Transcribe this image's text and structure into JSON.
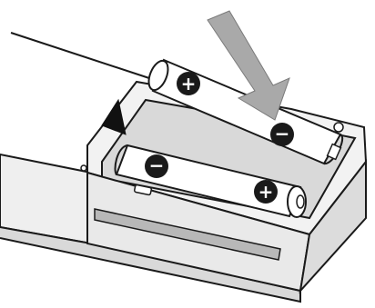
{
  "figure": {
    "kind": "line-illustration",
    "subject": "battery-compartment-insertion",
    "colors": {
      "outline": "#1a1a1a",
      "body_fill": "#efefef",
      "cover_fill": "#f6f6f6",
      "compartment_fill": "#d9d9d9",
      "battery_fill": "#ffffff",
      "arrow_fill": "#a9a9a9",
      "small_arrow_fill": "#111111",
      "slot_fill": "#b8b8b8"
    },
    "battery_top": {
      "terminal_left": "+",
      "terminal_right": "−"
    },
    "battery_bottom": {
      "terminal_left": "−",
      "terminal_right": "+"
    },
    "arrows": [
      {
        "name": "insert-arrow",
        "direction": "down"
      },
      {
        "name": "slide-arrow",
        "direction": "up-left"
      }
    ]
  }
}
